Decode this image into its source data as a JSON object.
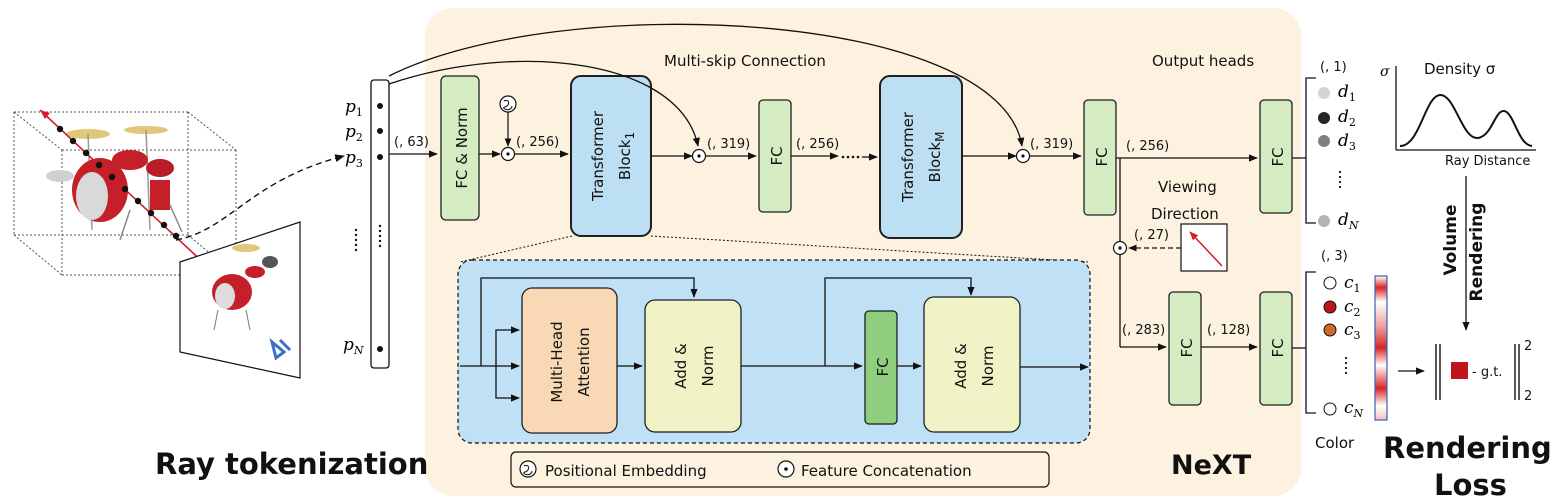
{
  "labels": {
    "multi_skip": "Multi-skip Connection",
    "output_heads": "Output heads",
    "ray_tokenization": "Ray tokenization",
    "next": "NeXT",
    "color": "Color",
    "rendering_loss_1": "Rendering",
    "rendering_loss_2": "Loss",
    "density": "Density σ",
    "sigma": "σ",
    "ray_distance": "Ray Distance",
    "viewing_1": "Viewing",
    "viewing_2": "Direction",
    "volume_rendering_1": "Volume",
    "volume_rendering_2": "Rendering",
    "gt": "- g.t.",
    "legend_pe": "Positional Embedding",
    "legend_fc": "Feature Concatenation",
    "norm_sub": "2"
  },
  "blocks": {
    "fc_norm": "FC & Norm",
    "transformer": "Transformer",
    "block1": "Block",
    "block1_sub": "1",
    "blockM": "Block",
    "blockM_sub": "M",
    "fc": "FC",
    "mha_1": "Multi-Head",
    "mha_2": "Attention",
    "addnorm_1": "Add &",
    "addnorm_2": "Norm"
  },
  "dims": {
    "d63": "(, 63)",
    "d256a": "(, 256)",
    "d319a": "(, 319)",
    "d256b": "(, 256)",
    "d319b": "(, 319)",
    "d256c": "(, 256)",
    "d27": "(, 27)",
    "d283": "(, 283)",
    "d128": "(, 128)",
    "d1": "(, 1)",
    "d3": "(, 3)"
  },
  "points": {
    "letter": "p",
    "subs": [
      "1",
      "2",
      "3",
      "N"
    ]
  },
  "density_outputs": {
    "letter": "d",
    "subs": [
      "1",
      "2",
      "3",
      "N"
    ],
    "colors": [
      "#d3d3d3",
      "#262626",
      "#7f7f7f",
      "#b3b3b3"
    ]
  },
  "color_outputs": {
    "letter": "c",
    "subs": [
      "1",
      "2",
      "3",
      "N"
    ],
    "colors": [
      "#ffffff",
      "#c0141b",
      "#cf6a2a",
      "#ffffff"
    ]
  },
  "colors": {
    "green": "#d5ecc2",
    "blue": "#bddff3",
    "orange": "#f9d8b6",
    "yellow": "#eff3c6",
    "panel": "#fdf2df",
    "red": "#d31f25"
  }
}
